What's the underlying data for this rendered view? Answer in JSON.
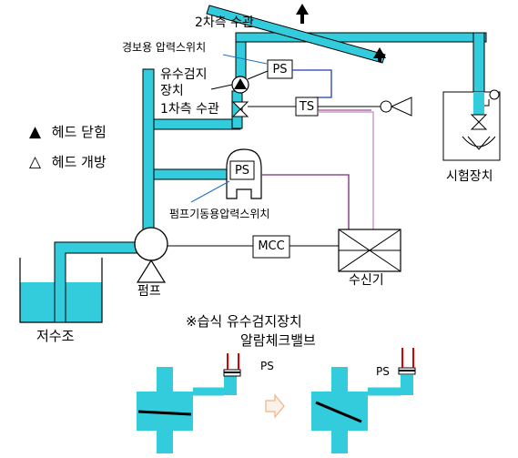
{
  "labels": {
    "secondary_pipe": "2차측 수관",
    "alarm_switch": "경보용 압력스위치",
    "flow_detector_1": "유수검지",
    "flow_detector_2": "장치",
    "primary_pipe": "1차측 수관",
    "ts": "TS",
    "ps_top": "PS",
    "ps_pump": "PS",
    "pump_switch": "펌프기동용압력스위치",
    "mcc": "MCC",
    "receiver": "수신기",
    "pump": "펌프",
    "reservoir": "저수조",
    "test_device": "시험장치"
  },
  "legend": {
    "closed_glyph": "▲",
    "closed_label": "헤드 닫힘",
    "open_glyph": "△",
    "open_label": "헤드 개방"
  },
  "note": {
    "line1": "※습식  유수검지장치",
    "line2": "알람체크밸브",
    "ps_closed": "PS",
    "ps_open": "PS"
  },
  "colors": {
    "pipe": "#33ccdd",
    "water": "#33ccdd",
    "signal_blue": "#1f3fbf",
    "signal_purple": "#7a2a7a",
    "signal_red": "#dd0000",
    "arrow_note": "#f4b183",
    "ts_link": "#cc88cc"
  }
}
